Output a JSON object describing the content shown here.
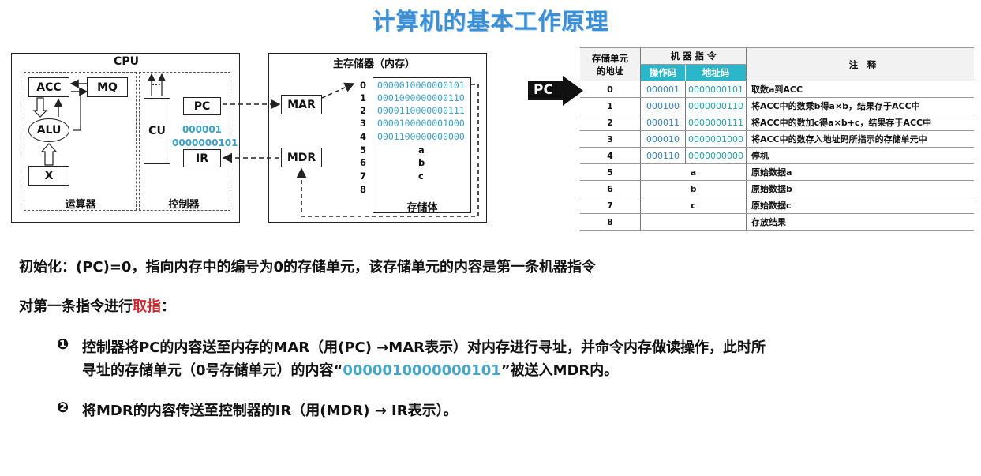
{
  "title": "计算机的基本工作原理",
  "cpu": {
    "label": "CPU",
    "acc": "ACC",
    "mq": "MQ",
    "alu": "ALU",
    "x": "X",
    "alu_group": "运算器",
    "cu": "CU",
    "pc": "PC",
    "ir": "IR",
    "ellipsis": "...",
    "cu_op": "000001",
    "cu_addr": "0000000101",
    "ctrl_group": "控制器"
  },
  "memory": {
    "label": "主存储器（内存）",
    "mar": "MAR",
    "mdr": "MDR",
    "body": "存储体",
    "addresses": [
      "0",
      "1",
      "2",
      "3",
      "4",
      "5",
      "6",
      "7",
      "8"
    ],
    "values": [
      "0000010000000101",
      "0001000000000110",
      "0000110000000111",
      "0000100000001000",
      "0001100000000000",
      "a",
      "b",
      "c",
      ""
    ]
  },
  "pc_pointer": "PC",
  "table": {
    "h_addr": "存储单元\n的地址",
    "h_instr": "机 器 指 令",
    "h_op": "操作码",
    "h_addrcode": "地址码",
    "h_note": "注　释",
    "rows": [
      {
        "addr": "0",
        "op": "000001",
        "ad": "0000000101",
        "note": "取数a到ACC"
      },
      {
        "addr": "1",
        "op": "000100",
        "ad": "0000000110",
        "note": "将ACC中的数乘b得a×b，结果存于ACC中"
      },
      {
        "addr": "2",
        "op": "000011",
        "ad": "0000000111",
        "note": "将ACC中的数加c得a×b+c，结果存于ACC中"
      },
      {
        "addr": "3",
        "op": "000010",
        "ad": "0000001000",
        "note": "将ACC中的数存入地址码所指示的存储单元中"
      },
      {
        "addr": "4",
        "op": "000110",
        "ad": "0000000000",
        "note": "停机"
      },
      {
        "addr": "5",
        "data": "a",
        "note": "原始数据a"
      },
      {
        "addr": "6",
        "data": "b",
        "note": "原始数据b"
      },
      {
        "addr": "7",
        "data": "c",
        "note": "原始数据c"
      },
      {
        "addr": "8",
        "data": "",
        "note": "存放结果"
      }
    ]
  },
  "text": {
    "init": "初始化：(PC)=0，指向内存中的编号为0的存储单元，该存储单元的内容是第一条机器指令",
    "fetch_prefix": "对第一条指令进行",
    "fetch_red": "取指",
    "fetch_suffix": "：",
    "step1_bullet": "❶",
    "step1_line1": "控制器将PC的内容送至内存的MAR（用(PC) →MAR表示）对内存进行寻址，并命令内存做读操作，此时所",
    "step1_line2_pre": "寻址的存储单元（0号存储单元）的内容“",
    "step1_line2_val": "0000010000000101",
    "step1_line2_post": "”被送入MDR内。",
    "step2_bullet": "❷",
    "step2": "将MDR的内容传送至控制器的IR（用(MDR) → IR表示）。"
  }
}
